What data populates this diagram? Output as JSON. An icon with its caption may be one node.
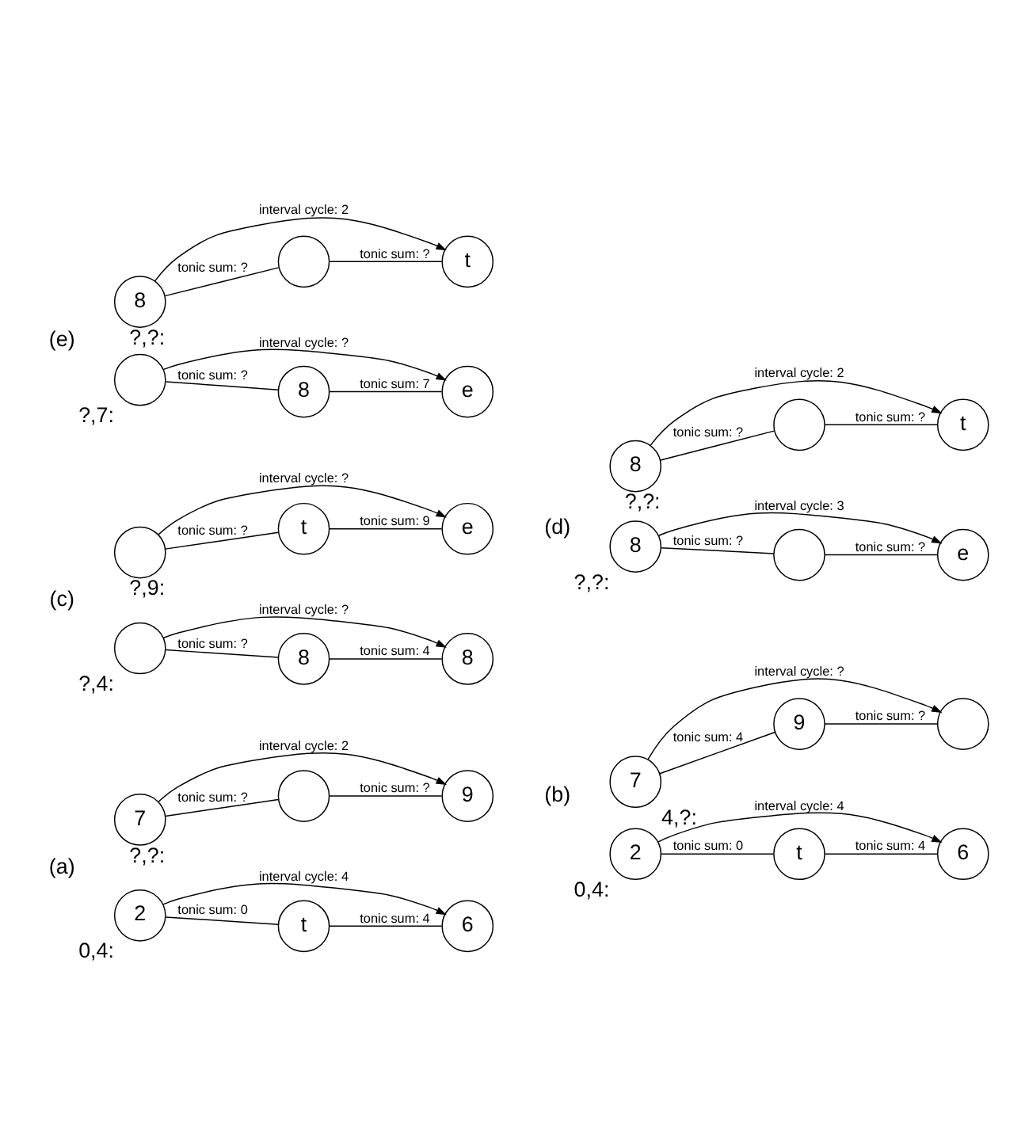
{
  "diagram": {
    "nodes": [
      {
        "text": [
          "2"
        ],
        "beside": [
          "0,4:"
        ]
      },
      {
        "text": [
          "t"
        ]
      },
      {
        "text": [
          "6"
        ]
      },
      {
        "text": [
          "7"
        ],
        "beside": [
          "?,?:"
        ]
      },
      {
        "text": [],
        "shape": "circle"
      },
      {
        "text": [
          "9"
        ]
      },
      {
        "text": [
          "2"
        ],
        "beside": [
          "0,4:"
        ]
      },
      {
        "text": [
          "t"
        ]
      },
      {
        "text": [
          "6"
        ]
      },
      {
        "text": [
          "7"
        ],
        "beside": [
          "4,?:"
        ]
      },
      {
        "text": [
          "9"
        ]
      },
      {
        "text": [],
        "shape": "circle"
      },
      {
        "text": [],
        "shape": "circle",
        "beside": [
          "?,4:"
        ]
      },
      {
        "text": [
          "8"
        ]
      },
      {
        "text": [
          "8"
        ]
      },
      {
        "text": [],
        "shape": "circle",
        "beside": [
          "?,9:"
        ]
      },
      {
        "text": [
          "t"
        ]
      },
      {
        "text": [
          "e"
        ]
      },
      {
        "text": [
          "8"
        ],
        "beside": [
          "?,?:"
        ]
      },
      {
        "text": [],
        "shape": "circle"
      },
      {
        "text": [
          "e"
        ]
      },
      {
        "text": [
          "8"
        ],
        "beside": [
          "?,?:"
        ]
      },
      {
        "text": [],
        "shape": "circle"
      },
      {
        "text": [
          "t"
        ]
      },
      {
        "text": [],
        "shape": "circle",
        "beside": [
          "?,7:"
        ]
      },
      {
        "text": [
          "8"
        ]
      },
      {
        "text": [
          "e"
        ]
      },
      {
        "text": [
          "8"
        ],
        "beside": [
          "?,?:"
        ]
      },
      {
        "text": [],
        "shape": "circle"
      },
      {
        "text": [
          "t"
        ]
      }
    ],
    "edges": [
      {
        "from": 0,
        "to": 2,
        "arrow": "to",
        "label": "interval cycle: 4"
      },
      {
        "from": 0,
        "to": 1,
        "arrow": "none",
        "label": "tonic sum: 0"
      },
      {
        "from": 1,
        "to": 2,
        "arrow": "none",
        "label": "tonic sum: 4"
      },
      {
        "from": 3,
        "to": 4,
        "arrow": "none",
        "label": "tonic sum: ?"
      },
      {
        "from": 4,
        "to": 5,
        "arrow": "none",
        "label": "tonic sum: ?"
      },
      {
        "from": 3,
        "to": 5,
        "arrow": "to",
        "label": "interval cycle: 2"
      },
      {
        "from": 6,
        "to": 8,
        "arrow": "to",
        "label": "interval cycle: 4"
      },
      {
        "from": 6,
        "to": 7,
        "arrow": "none",
        "label": "tonic sum: 0"
      },
      {
        "from": 7,
        "to": 8,
        "arrow": "none",
        "label": "tonic sum: 4"
      },
      {
        "from": 9,
        "to": 10,
        "arrow": "none",
        "label": "tonic sum: 4"
      },
      {
        "from": 10,
        "to": 11,
        "arrow": "none",
        "label": "tonic sum: ?"
      },
      {
        "from": 9,
        "to": 11,
        "arrow": "to",
        "label": "interval cycle: ?"
      },
      {
        "from": 12,
        "to": 14,
        "arrow": "to",
        "label": "interval cycle: ?"
      },
      {
        "from": 12,
        "to": 13,
        "arrow": "none",
        "label": "tonic sum: ?"
      },
      {
        "from": 13,
        "to": 14,
        "arrow": "none",
        "label": "tonic sum: 4"
      },
      {
        "from": 15,
        "to": 16,
        "arrow": "none",
        "label": "tonic sum: ?"
      },
      {
        "from": 16,
        "to": 17,
        "arrow": "none",
        "label": "tonic sum: 9"
      },
      {
        "from": 15,
        "to": 17,
        "arrow": "to",
        "label": "interval cycle: ?"
      },
      {
        "from": 18,
        "to": 20,
        "arrow": "to",
        "label": "interval cycle: 3"
      },
      {
        "from": 18,
        "to": 19,
        "arrow": "none",
        "label": "tonic sum: ?"
      },
      {
        "from": 19,
        "to": 20,
        "arrow": "none",
        "label": "tonic sum: ?"
      },
      {
        "from": 21,
        "to": 22,
        "arrow": "none",
        "label": "tonic sum: ?"
      },
      {
        "from": 22,
        "to": 23,
        "arrow": "none",
        "label": "tonic sum: ?"
      },
      {
        "from": 21,
        "to": 23,
        "arrow": "to",
        "label": "interval cycle: 2"
      },
      {
        "from": 24,
        "to": 26,
        "arrow": "to",
        "label": "interval cycle: ?"
      },
      {
        "from": 24,
        "to": 25,
        "arrow": "none",
        "label": "tonic sum: ?"
      },
      {
        "from": 25,
        "to": 26,
        "arrow": "none",
        "label": "tonic sum: 7"
      },
      {
        "from": 27,
        "to": 28,
        "arrow": "none",
        "label": "tonic sum: ?"
      },
      {
        "from": 28,
        "to": 29,
        "arrow": "none",
        "label": "tonic sum: ?"
      },
      {
        "from": 27,
        "to": 29,
        "arrow": "to",
        "label": "interval cycle: 2"
      }
    ],
    "labels": [
      "(a)",
      "(b)",
      "(c)",
      "(d)",
      "(e)"
    ]
  }
}
